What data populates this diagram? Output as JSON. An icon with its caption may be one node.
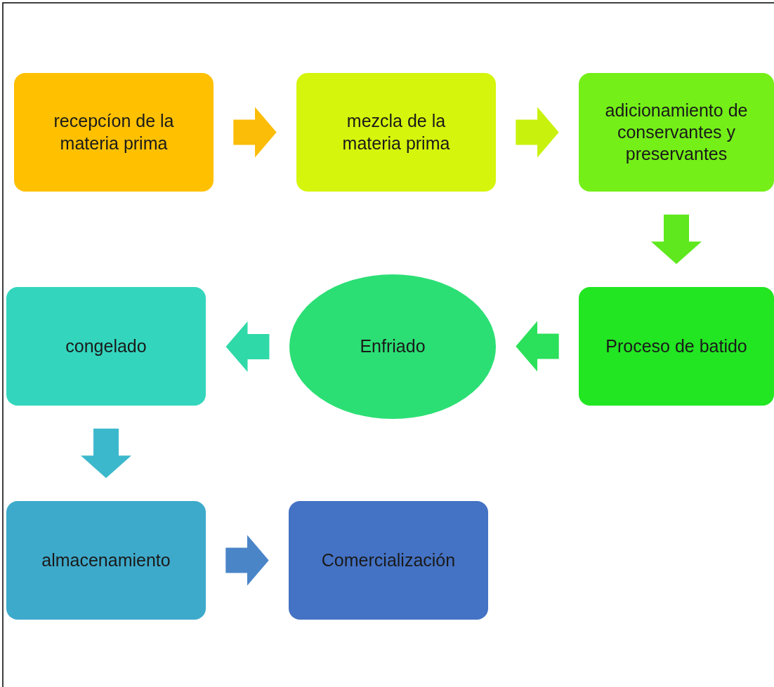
{
  "diagram": {
    "nodes": [
      {
        "text": [
          "recepcíon de la materia prima"
        ]
      },
      {
        "text": [
          "mezcla de la materia prima"
        ]
      },
      {
        "text": [
          "adicionamiento de conservantes y preservantes"
        ]
      },
      {
        "text": [
          "Proceso de batido"
        ]
      },
      {
        "text": [
          "Enfriado"
        ]
      },
      {
        "text": [
          "congelado"
        ]
      },
      {
        "text": [
          "almacenamiento"
        ]
      },
      {
        "text": [
          "Comercialización"
        ]
      }
    ],
    "edges": [
      {
        "from": 0,
        "to": 1,
        "arrow": "to",
        "style": "thick",
        "color": "#fbbd08"
      },
      {
        "from": 1,
        "to": 2,
        "arrow": "to",
        "style": "thick",
        "color": "#c8f20e"
      },
      {
        "from": 2,
        "to": 3,
        "arrow": "to",
        "style": "thick",
        "color": "#5ee81d"
      },
      {
        "from": 3,
        "to": 4,
        "arrow": "to",
        "style": "thick",
        "color": "#2be05a"
      },
      {
        "from": 4,
        "to": 5,
        "arrow": "to",
        "style": "thick",
        "color": "#30d9a8"
      },
      {
        "from": 5,
        "to": 6,
        "arrow": "to",
        "style": "thick",
        "color": "#3cb8cc"
      },
      {
        "from": 6,
        "to": 7,
        "arrow": "to",
        "style": "thick",
        "color": "#4a85c8"
      }
    ]
  }
}
